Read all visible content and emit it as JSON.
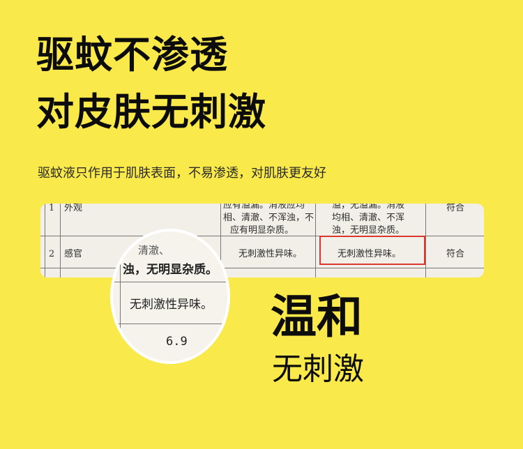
{
  "headline": {
    "line1": "驱蚊不渗透",
    "line2": "对皮肤无刺激"
  },
  "subtitle": "驱蚊液只作用于肌肤表面，不易渗透，对肌肤更友好",
  "report": {
    "rows": [
      {
        "index": "1",
        "item": "外观",
        "standard_lines": [
          "应有溢漏。消液应均",
          "相、清澈、不浑浊，不",
          "应有明显杂质。"
        ],
        "result_lines": [
          "溢，无溢漏。消液",
          "均相、清澈、不浑",
          "浊，无明显杂质。"
        ],
        "verdict": "符合"
      },
      {
        "index": "2",
        "item": "感官",
        "standard": "无刺激性异味。",
        "result": "无刺激性异味。",
        "verdict": "符合"
      }
    ]
  },
  "magnifier": {
    "line1": "浊，无明显杂质。",
    "line1_prefix": "清澈、",
    "line2": "无刺激性异味。",
    "line3": "6.9"
  },
  "feature": {
    "title": "温和",
    "subtitle": "无刺激"
  },
  "colors": {
    "background": "#f9e94a",
    "highlight_box": "#d9362f"
  }
}
